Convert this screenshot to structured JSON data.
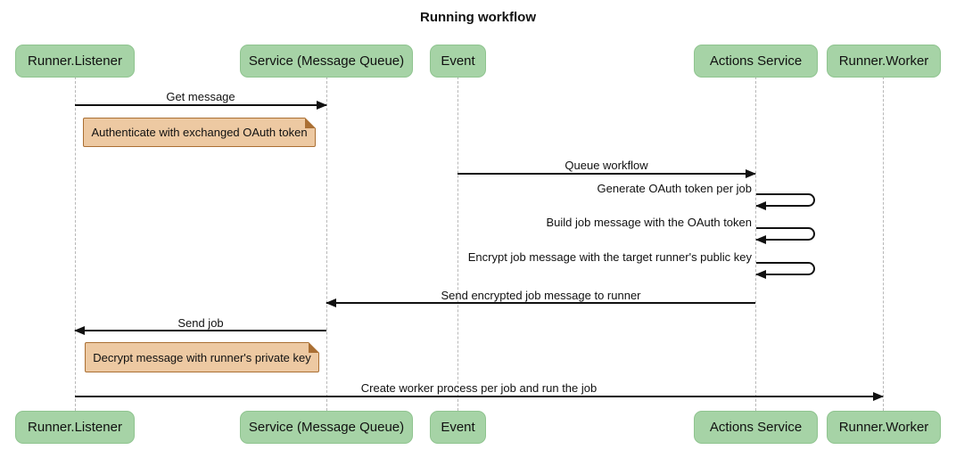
{
  "title": "Running workflow",
  "actors": [
    {
      "label": "Runner.Listener"
    },
    {
      "label": "Service (Message Queue)"
    },
    {
      "label": "Event"
    },
    {
      "label": "Actions Service"
    },
    {
      "label": "Runner.Worker"
    }
  ],
  "messages": [
    {
      "label": "Get message",
      "from": "Runner.Listener",
      "to": "Service (Message Queue)",
      "direction": "right"
    },
    {
      "label": "Queue workflow",
      "from": "Event",
      "to": "Actions Service",
      "direction": "right"
    },
    {
      "label": "Generate OAuth token per job",
      "from": "Actions Service",
      "to": "Actions Service",
      "direction": "self"
    },
    {
      "label": "Build job message with the OAuth token",
      "from": "Actions Service",
      "to": "Actions Service",
      "direction": "self"
    },
    {
      "label": "Encrypt job message with the target runner's public key",
      "from": "Actions Service",
      "to": "Actions Service",
      "direction": "self"
    },
    {
      "label": "Send encrypted job message to runner",
      "from": "Actions Service",
      "to": "Service (Message Queue)",
      "direction": "left"
    },
    {
      "label": "Send job",
      "from": "Service (Message Queue)",
      "to": "Runner.Listener",
      "direction": "left"
    },
    {
      "label": "Create worker process per job and run the job",
      "from": "Runner.Listener",
      "to": "Runner.Worker",
      "direction": "right"
    }
  ],
  "notes": [
    {
      "label": "Authenticate with exchanged OAuth token",
      "anchor": "Runner.Listener"
    },
    {
      "label": "Decrypt message with runner's private key",
      "anchor": "Runner.Listener"
    }
  ],
  "colors": {
    "actor_fill": "#a6d3a6",
    "actor_border": "#8fc48f",
    "note_fill": "#edc9a2",
    "note_border": "#aa6f33",
    "lifeline": "#b8b8b8",
    "message_line": "#111111",
    "background": "#ffffff",
    "text": "#111111"
  }
}
